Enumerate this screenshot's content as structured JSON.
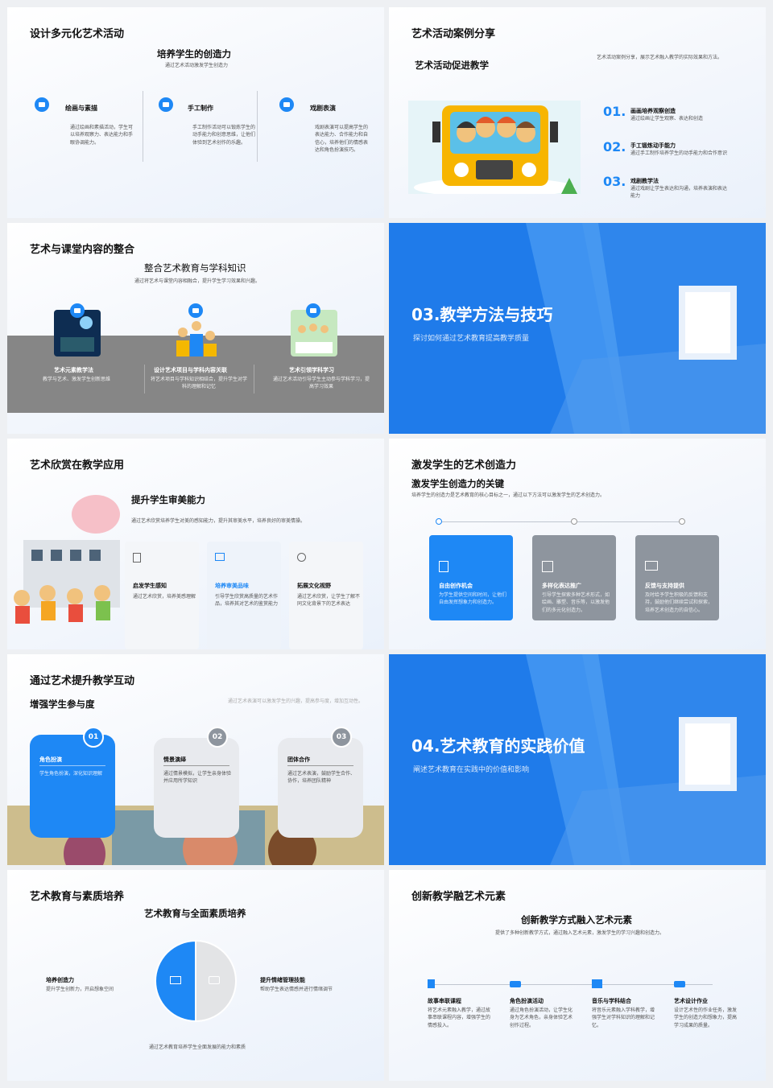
{
  "s1": {
    "title": "设计多元化艺术活动",
    "sub": "培养学生的创造力",
    "desc": "通过艺术活动激发学生创造力",
    "items": [
      {
        "label": "绘画与素描",
        "text": "通过绘画和素描活动，学生可以培养观察力、表达能力和手眼协调能力。"
      },
      {
        "label": "手工制作",
        "text": "手工制作活动可以锻炼学生的动手能力和创意思维，让他们体验到艺术创作的乐趣。"
      },
      {
        "label": "戏剧表演",
        "text": "戏剧表演可以提高学生的表达能力、合作能力和自信心，培养他们的情感表达和角色扮演技巧。"
      }
    ]
  },
  "s2": {
    "title": "艺术活动案例分享",
    "sub": "艺术活动促进教学",
    "desc": "艺术活动案例分享，展示艺术融入教学的实际效果和方法。",
    "items": [
      {
        "num": "01.",
        "label": "画画培养观察创造",
        "text": "通过绘画让学生观察、表达和创造"
      },
      {
        "num": "02.",
        "label": "手工锻炼动手能力",
        "text": "通过手工制作培养学生的动手能力和合作意识"
      },
      {
        "num": "03.",
        "label": "戏剧教学法",
        "text": "通过戏剧让学生表达和沟通，培养表演和表达能力"
      }
    ]
  },
  "s3": {
    "title": "艺术与课堂内容的整合",
    "sub": "整合艺术教育与学科知识",
    "desc": "通过将艺术与课堂内容相融合，提升学生学习效果和兴趣。",
    "items": [
      {
        "label": "艺术元素教学法",
        "text": "教学与艺术、激发学生创新思维"
      },
      {
        "label": "设计艺术项目与学科内容关联",
        "text": "将艺术项目与学科知识相结合，提升学生对学科的理解和记忆"
      },
      {
        "label": "艺术引领学科学习",
        "text": "通过艺术活动引导学生主动参与学科学习，提高学习效果"
      }
    ]
  },
  "s4": {
    "title": "03.教学方法与技巧",
    "desc": "探讨如何通过艺术教育提高教学质量"
  },
  "s5": {
    "title": "艺术欣赏在教学应用",
    "sub": "提升学生审美能力",
    "desc": "通过艺术欣赏培养学生对美的感知能力，提升其审美水平，培养良好的审美情操。",
    "items": [
      {
        "label": "启发学生感知",
        "text": "通过艺术欣赏，培养美感理解"
      },
      {
        "label": "培养审美品味",
        "text": "引导学生欣赏高质量的艺术作品，培养其对艺术的鉴赏能力"
      },
      {
        "label": "拓展文化视野",
        "text": "通过艺术欣赏，让学生了解不同文化背景下的艺术表达"
      }
    ]
  },
  "s6": {
    "title": "激发学生的艺术创造力",
    "sub": "激发学生创造力的关键",
    "desc": "培养学生的创造力是艺术教育的核心目标之一，通过以下方法可以激发学生的艺术创造力。",
    "items": [
      {
        "label": "自由创作机会",
        "text": "为学生提供空间和时间，让他们自由发挥想象力和创造力。"
      },
      {
        "label": "多样化表达推广",
        "text": "引导学生探索多种艺术形式，如绘画、雕塑、音乐等，以激发他们的多元化创造力。"
      },
      {
        "label": "反馈与支持提供",
        "text": "及时给予学生积极的反馈和支持，鼓励他们继续尝试和探索，培养艺术创造力的自信心。"
      }
    ]
  },
  "s7": {
    "title": "通过艺术提升教学互动",
    "sub": "增强学生参与度",
    "desc": "通过艺术表演可以激发学生的兴趣，提高参与度，增加互动性。",
    "items": [
      {
        "num": "01",
        "label": "角色扮演",
        "text": "学生角色扮演，深化知识理解"
      },
      {
        "num": "02",
        "label": "情景演绎",
        "text": "通过情景模拟，让学生亲身体验并应用所学知识"
      },
      {
        "num": "03",
        "label": "团体合作",
        "text": "通过艺术表演，鼓励学生合作、协作，培养团队精神"
      }
    ]
  },
  "s8": {
    "title": "04.艺术教育的实践价值",
    "desc": "阐述艺术教育在实践中的价值和影响"
  },
  "s9": {
    "title": "艺术教育与素质培养",
    "sub": "艺术教育与全面素质培养",
    "left_label": "培养创造力",
    "left_text": "提升学生创新力，开启想象空间",
    "right_label": "提升情绪管理技能",
    "right_text": "帮助学生表达情感并进行情绪调节",
    "bottom": "通过艺术教育培养学生全面发展的能力和素质",
    "pie_values": [
      50,
      50
    ]
  },
  "s10": {
    "title": "创新教学融艺术元素",
    "sub": "创新教学方式融入艺术元素",
    "desc": "提供了多种创新教学方式，通过融入艺术元素，激发学生的学习兴趣和创造力。",
    "items": [
      {
        "label": "故事串联课程",
        "text": "将艺术元素融入教学，通过故事串联课程内容，增强学生的情感投入。"
      },
      {
        "label": "角色扮演活动",
        "text": "通过角色扮演活动，让学生化身为艺术角色，亲身体验艺术创作过程。"
      },
      {
        "label": "音乐与学科结合",
        "text": "将音乐元素融入学科教学，增强学生对学科知识的理解和记忆。"
      },
      {
        "label": "艺术设计作业",
        "text": "设计艺术性的作业任务，激发学生的创造力和想象力，提高学习成果的质量。"
      }
    ]
  },
  "colors": {
    "accent": "#1e88f5",
    "gray": "#8e959e"
  }
}
